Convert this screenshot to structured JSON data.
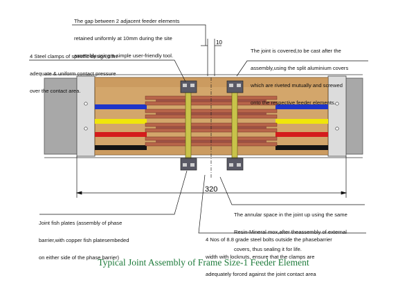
{
  "notes": {
    "gap": [
      "The gap between 2 adjacent feeder elements",
      "retained uniformly at 10mm during the site",
      "assembly using a simple user-friendly tool."
    ],
    "clamps": [
      "4 Steel clamps of specific design,offer",
      "adequate & uniform contact pressure",
      "over the contact area."
    ],
    "covers": [
      "The joint is covered,to be cast after the",
      "assembly,using the split aluminium covers",
      "which are riveted mutually and screwed",
      "onto the respective feeder elements."
    ],
    "annular": [
      "The annular space in the joint up using the same",
      "Resin-Mineral mox,after theassembly of external",
      "covers, thus sealing it for life."
    ],
    "fish_plates": [
      "Joint fish plates (assembly of phase",
      "barrier,with copper fish platesembeded",
      "on either side of the phase barrier)"
    ],
    "bolts": [
      "4 Nos of 8.8 grade steel bolts outside the phasebarrier",
      "width with locknuts, ensure that the clamps are",
      "adequately forced against the joint contact area"
    ]
  },
  "dimensions": {
    "gap": "10",
    "overall": "320"
  },
  "caption": "Typical Joint Assembly of Frame Size-1 Feeder Element",
  "colors": {
    "caption": "#1d7a3a",
    "housing": "#a8a8a8",
    "resin": "#d3a66b",
    "copper": "#b8654a",
    "bolt": "#c8c34a",
    "clamp": "#5a5a66",
    "phase_blue": "#1f35c9",
    "phase_yellow": "#f0e60a",
    "phase_red": "#d41c1c",
    "phase_black": "#141414"
  }
}
